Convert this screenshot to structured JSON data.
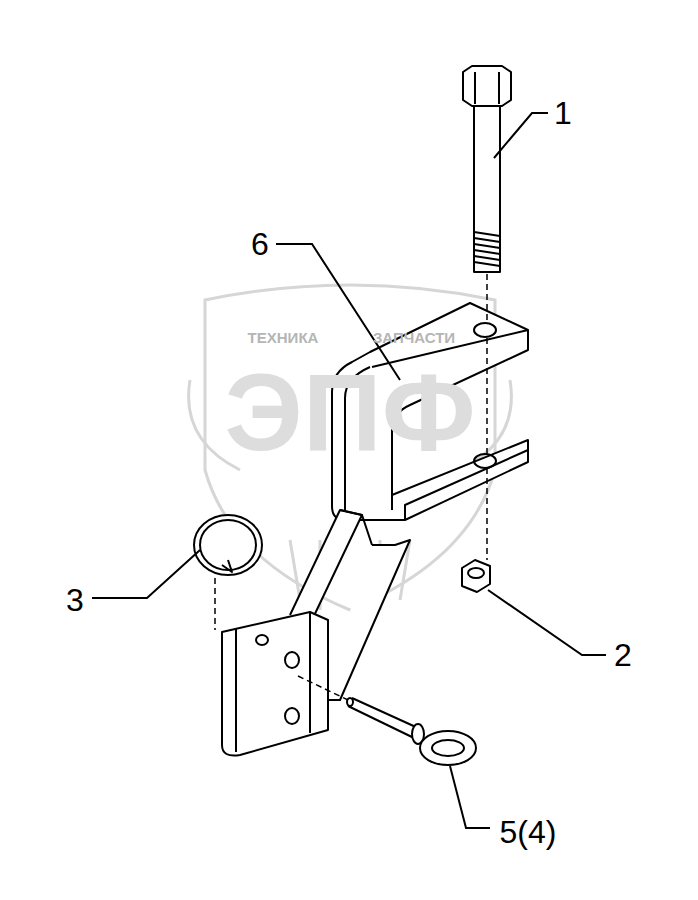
{
  "diagram": {
    "labels": [
      "1",
      "6",
      "ТЕХНИКА",
      "ЗАПЧАСТИ",
      "ЭПФ",
      "3",
      "2",
      "5(4)"
    ]
  }
}
